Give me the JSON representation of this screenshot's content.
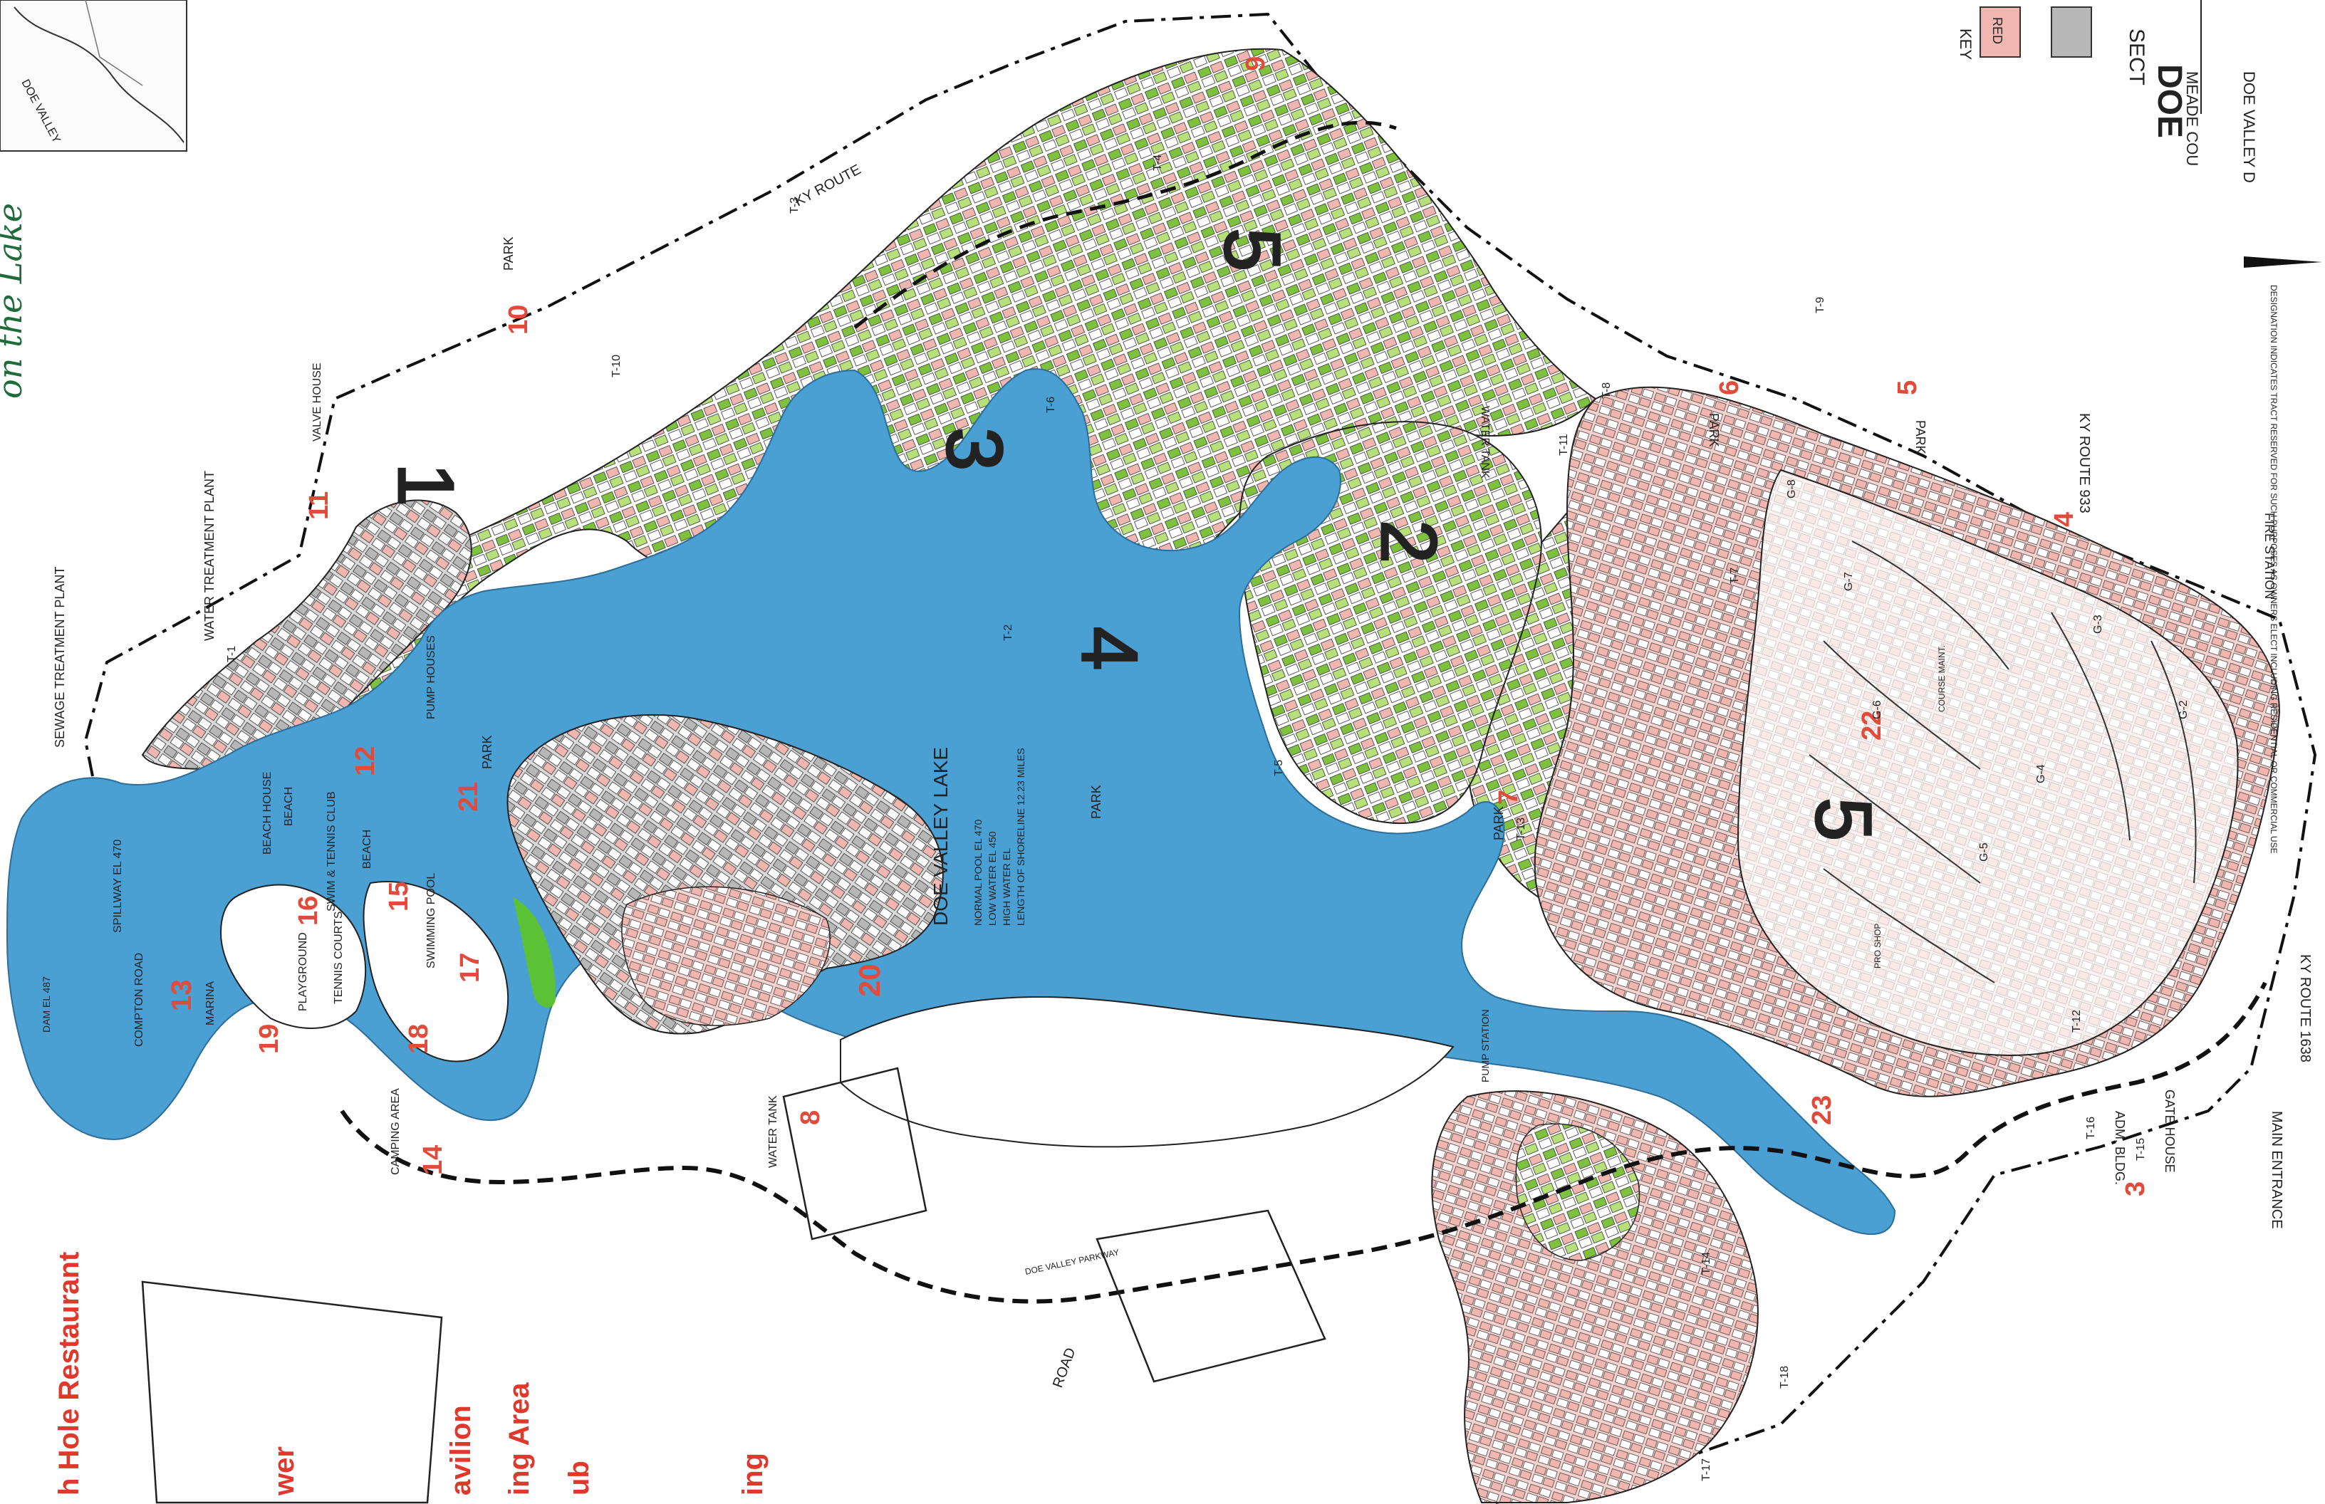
{
  "map": {
    "lake_name": "DOE VALLEY LAKE",
    "lake_stats": [
      "NORMAL POOL EL 470",
      "LOW WATER EL 450",
      "HIGH WATER EL",
      "LENGTH OF SHORELINE 12.23 MILES"
    ],
    "tagline": "on the Lake",
    "inset_label": "DOE VALLEY",
    "legend": {
      "key_label": "KEY",
      "red_label": "RED",
      "section_label": "SECT",
      "title": "DOE",
      "subtitle": "MEADE COU",
      "subtitle2": "DOE VALLEY D"
    },
    "note": "DESIGNATION INDICATES TRACT RESERVED FOR SUCH PURPOSES AS OWNERS ELECT INCLUDING RESIDENTIAL OR COMMERCIAL USE",
    "roads": [
      "KY ROUTE",
      "KY ROUTE 933",
      "KY ROUTE 1638",
      "COMPTON ROAD",
      "ROAD",
      "DOE VALLEY PARKWAY"
    ],
    "facilities": [
      {
        "id": "sewage",
        "label": "SEWAGE TREATMENT PLANT"
      },
      {
        "id": "water-treatment",
        "label": "WATER TREATMENT PLANT"
      },
      {
        "id": "valve",
        "label": "VALVE HOUSE"
      },
      {
        "id": "pump-houses",
        "label": "PUMP HOUSES"
      },
      {
        "id": "beach-house",
        "label": "BEACH HOUSE"
      },
      {
        "id": "beach1",
        "label": "BEACH"
      },
      {
        "id": "beach2",
        "label": "BEACH"
      },
      {
        "id": "swim",
        "label": "SWIM & TENNIS CLUB"
      },
      {
        "id": "pool",
        "label": "SWIMMING POOL"
      },
      {
        "id": "tennis",
        "label": "TENNIS COURTS"
      },
      {
        "id": "playground",
        "label": "PLAYGROUND"
      },
      {
        "id": "marina",
        "label": "MARINA"
      },
      {
        "id": "camping",
        "label": "CAMPING AREA"
      },
      {
        "id": "spillway",
        "label": "SPILLWAY EL 470"
      },
      {
        "id": "dam",
        "label": "DAM EL 487"
      },
      {
        "id": "water-tank1",
        "label": "WATER TANK"
      },
      {
        "id": "water-tank2",
        "label": "WATER TANK"
      },
      {
        "id": "pump-station",
        "label": "PUMP STATION"
      },
      {
        "id": "fire",
        "label": "FIRE STATION"
      },
      {
        "id": "gate",
        "label": "GATE HOUSE"
      },
      {
        "id": "adm",
        "label": "ADM. BLDG."
      },
      {
        "id": "main-entrance",
        "label": "MAIN ENTRANCE"
      },
      {
        "id": "pro-shop",
        "label": "PRO SHOP"
      },
      {
        "id": "course-maint",
        "label": "COURSE MAINT."
      },
      {
        "id": "park-a",
        "label": "PARK"
      },
      {
        "id": "park-b",
        "label": "PARK"
      },
      {
        "id": "park-c",
        "label": "PARK"
      },
      {
        "id": "park-d",
        "label": "PARK"
      },
      {
        "id": "park-e",
        "label": "PARK"
      },
      {
        "id": "park-f",
        "label": "PARK"
      }
    ],
    "markers": [
      {
        "id": "m3",
        "n": "3"
      },
      {
        "id": "m4",
        "n": "4"
      },
      {
        "id": "m5",
        "n": "5"
      },
      {
        "id": "m6",
        "n": "6"
      },
      {
        "id": "m7",
        "n": "7"
      },
      {
        "id": "m8",
        "n": "8"
      },
      {
        "id": "m9",
        "n": "9"
      },
      {
        "id": "m10",
        "n": "10"
      },
      {
        "id": "m11",
        "n": "11"
      },
      {
        "id": "m12",
        "n": "12"
      },
      {
        "id": "m13",
        "n": "13"
      },
      {
        "id": "m14",
        "n": "14"
      },
      {
        "id": "m15",
        "n": "15"
      },
      {
        "id": "m16",
        "n": "16"
      },
      {
        "id": "m17",
        "n": "17"
      },
      {
        "id": "m18",
        "n": "18"
      },
      {
        "id": "m19",
        "n": "19"
      },
      {
        "id": "m20",
        "n": "20"
      },
      {
        "id": "m21",
        "n": "21"
      },
      {
        "id": "m22",
        "n": "22"
      },
      {
        "id": "m23",
        "n": "23"
      }
    ],
    "section_numbers": [
      "5",
      "3",
      "4",
      "1",
      "2",
      "5"
    ],
    "tracts": [
      "T-1",
      "T-2",
      "T-3",
      "T-4",
      "T-5",
      "T-6",
      "T-7",
      "T-8",
      "T-9",
      "T-10",
      "T-11",
      "T-12",
      "T-13",
      "T-14",
      "T-15",
      "T-16",
      "T-17",
      "T-18"
    ],
    "golf": [
      "G-2",
      "G-3",
      "G-4",
      "G-5",
      "G-6",
      "G-7",
      "G-8"
    ]
  },
  "side_legend": [
    "h Hole Restaurant",
    "wer",
    "avilion",
    "ing Area",
    "ub",
    "ing"
  ],
  "colors": {
    "lake": "#4a9fd3",
    "lot_pink": "#f2b6b0",
    "lot_green": "#7dc13f",
    "lot_gray": "#b7b7b7",
    "boundary": "#111111",
    "marker": "#e14b3b",
    "side_text": "#e2372b"
  }
}
